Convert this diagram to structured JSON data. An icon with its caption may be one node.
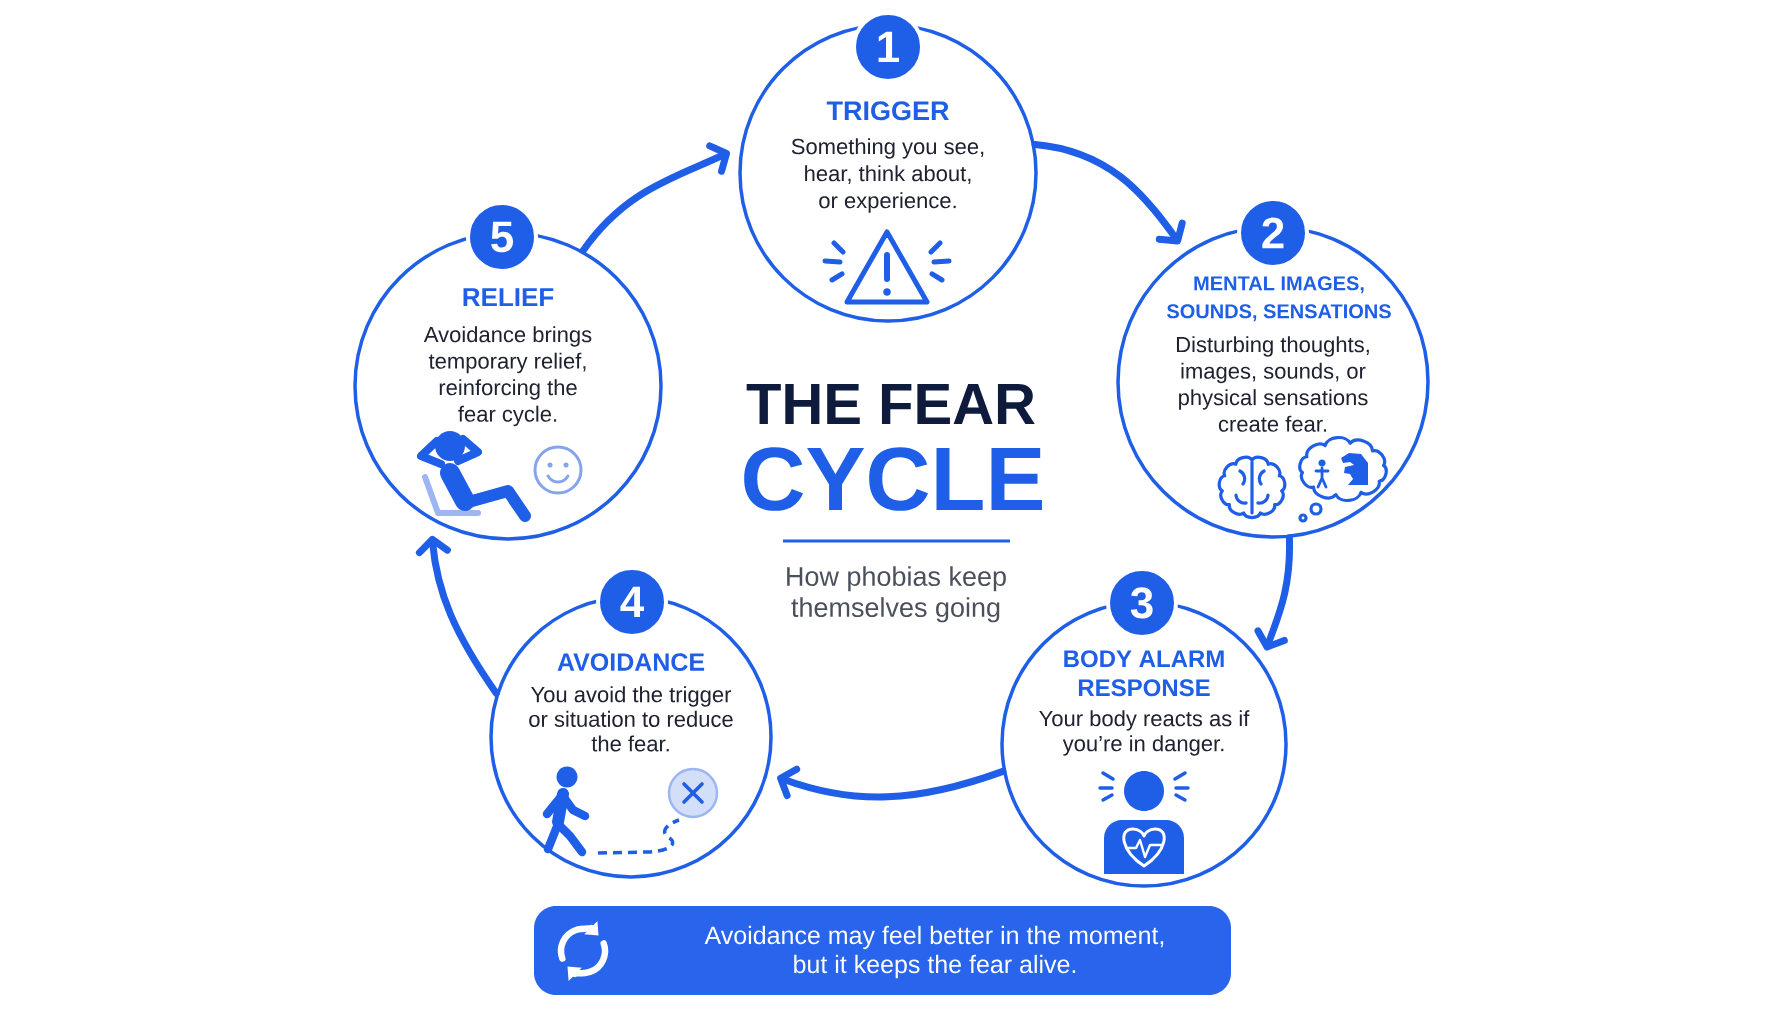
{
  "diagram": {
    "title": "THE FEAR CYCLE",
    "nodes": [
      {
        "text": [
          "1"
        ]
      },
      {
        "text": [
          "TRIGGER",
          "Something you see, hear, think about, or experience."
        ]
      },
      {
        "text": [
          "2"
        ]
      },
      {
        "text": [
          "MENTAL IMAGES, SOUNDS, SENSATIONS",
          "Disturbing thoughts, images, sounds, or physical sensations create fear."
        ]
      },
      {
        "text": [
          "3"
        ]
      },
      {
        "text": [
          "BODY ALARM RESPONSE",
          "Your body reacts as if you’re in danger."
        ]
      },
      {
        "text": [
          "4"
        ]
      },
      {
        "text": [
          "AVOIDANCE",
          "You avoid the trigger or situation to reduce the fear."
        ]
      },
      {
        "text": [
          "5"
        ]
      },
      {
        "text": [
          "RELIEF",
          "Avoidance brings temporary relief, reinforcing the fear cycle."
        ]
      },
      {
        "text": [
          "Avoidance may feel better in the moment, but it keeps the fear alive."
        ]
      }
    ],
    "edges": [
      {
        "from": 1,
        "to": 3,
        "arrow": "to"
      },
      {
        "from": 3,
        "to": 5,
        "arrow": "to"
      },
      {
        "from": 5,
        "to": 7,
        "arrow": "to"
      },
      {
        "from": 7,
        "to": 9,
        "arrow": "to"
      },
      {
        "from": 9,
        "to": 1,
        "arrow": "to"
      }
    ],
    "labels": [
      "How phobias keep themselves going"
    ]
  }
}
